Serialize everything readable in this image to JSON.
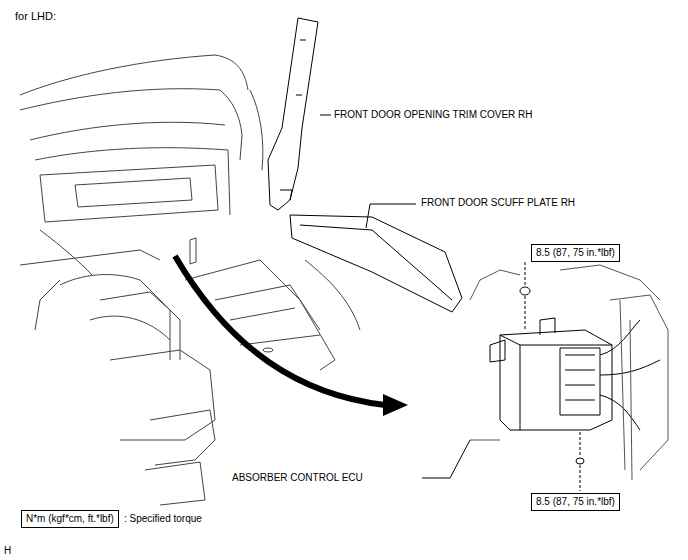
{
  "diagram": {
    "nodes": [
      {
        "text": [
          "8.5 (87, 75 in.*lbf)"
        ]
      },
      {
        "text": [
          "8.5 (87, 75 in.*lbf)"
        ]
      },
      {
        "text": [
          "N*m (kgf*cm, ft.*lbf)"
        ]
      }
    ],
    "labels": [
      "for LHD:",
      "FRONT DOOR OPENING TRIM COVER RH",
      "FRONT DOOR SCUFF PLATE RH",
      "ABSORBER CONTROL ECU",
      ": Specified torque",
      "H"
    ]
  }
}
